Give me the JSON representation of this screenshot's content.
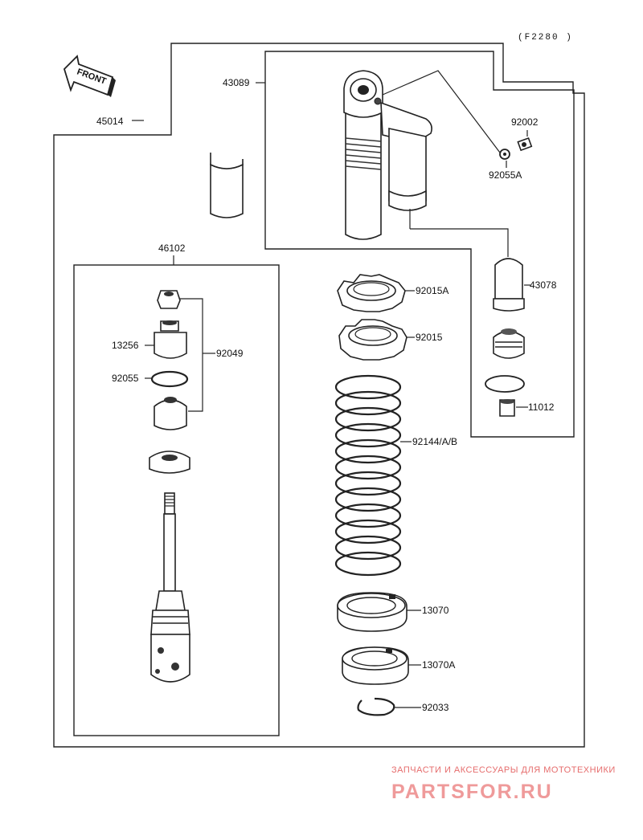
{
  "diagram_code": "(F2280 )",
  "front_label": "FRONT",
  "parts": {
    "assembly": "45014",
    "reservoir": "43089",
    "bolt": "92002",
    "washer_a": "92055A",
    "bladder": "43078",
    "nut": "11012",
    "damper_rod_assy": "46102",
    "bushing": "13256",
    "collar": "92049",
    "washer": "92055",
    "nut_a": "92015A",
    "locknut": "92015",
    "spring": "92144/A/B",
    "spring_guide": "13070",
    "spring_guide_a": "13070A",
    "circlip": "92033"
  },
  "watermark": {
    "line1": "ЗАПЧАСТИ И АКСЕССУАРЫ ДЛЯ МОТОТЕХНИКИ",
    "line2": "PARTSFOR.RU"
  }
}
